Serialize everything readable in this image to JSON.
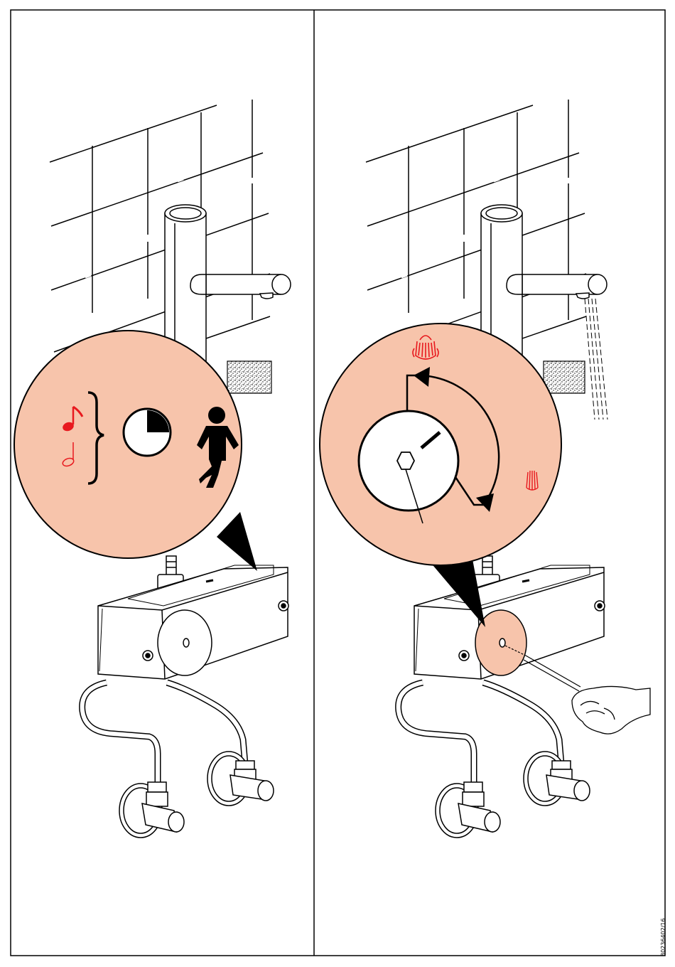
{
  "document": {
    "code": "80236402/16"
  },
  "colors": {
    "callout_fill": "#f7c4ab",
    "accent_red": "#e8191e",
    "line": "#000000",
    "paper": "#ffffff"
  },
  "panels": [
    {
      "id": "left",
      "callout_icons": [
        "music-note-filled-icon",
        "music-note-outline-icon",
        "brace-icon",
        "timer-pie-icon",
        "standing-person-icon"
      ]
    },
    {
      "id": "right",
      "callout_icons": [
        "strong-spray-icon",
        "weak-spray-icon",
        "hex-screw-icon",
        "rotation-arrow-icon",
        "screwdriver-icon",
        "hand-icon"
      ]
    }
  ]
}
